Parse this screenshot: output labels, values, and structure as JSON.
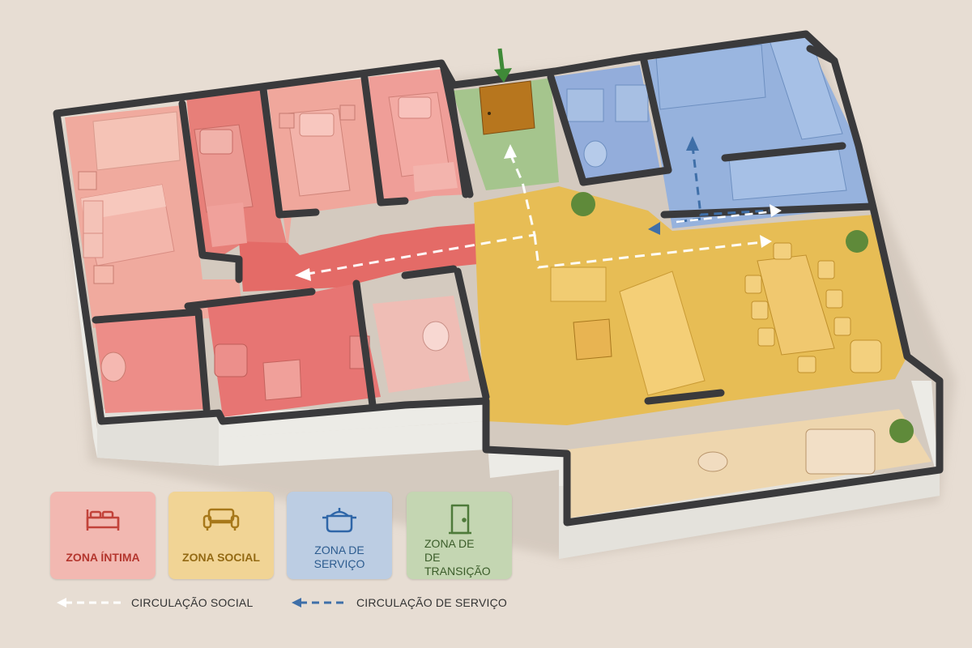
{
  "legend": {
    "zones": [
      {
        "label": "ZONA ÍNTIMA",
        "color": "#e7867d",
        "icon": "bed-icon"
      },
      {
        "label": "ZONA SOCIAL",
        "color": "#e9be58",
        "icon": "sofa-icon"
      },
      {
        "label": "ZONA DE SERVIÇO",
        "color": "#7f9fc9",
        "icon": "cooking-pot-icon"
      },
      {
        "label_line1": "ZONA DE",
        "label_line2": "DE TRANSIÇÃO",
        "color": "#9fbf86",
        "icon": "door-icon"
      }
    ],
    "circulation": [
      {
        "label": "CIRCULAÇÃO SOCIAL",
        "color": "#ffffff"
      },
      {
        "label": "CIRCULAÇÃO DE SERVIÇO",
        "color": "#3f6fa8"
      }
    ]
  },
  "colors": {
    "wall": "#3a3a3c",
    "wall_side": "#ecebe6",
    "intima_floor": "#e9857c",
    "intima_light": "#f0aa9e",
    "social_floor": "#e7bd55",
    "servico_floor": "#93addb",
    "transicao_floor": "#a5c58d",
    "entry_arrow": "#3f8a38",
    "door_wood": "#b7761e"
  }
}
